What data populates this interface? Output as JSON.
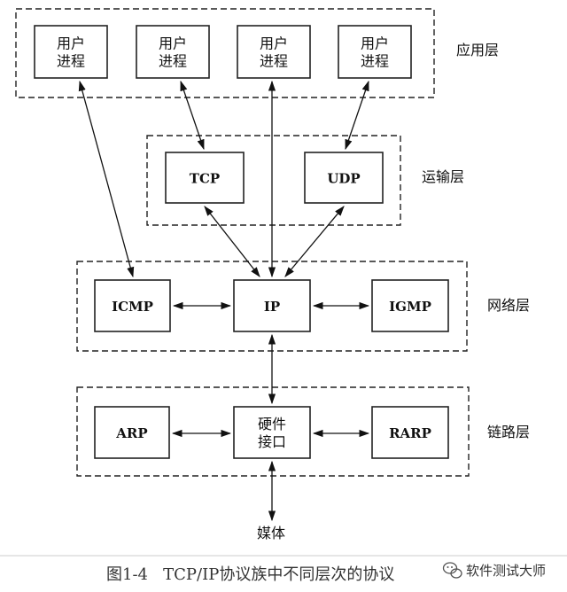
{
  "layers": [
    {
      "id": "app",
      "label": "应用层"
    },
    {
      "id": "transport",
      "label": "运输层"
    },
    {
      "id": "network",
      "label": "网络层"
    },
    {
      "id": "link",
      "label": "链路层"
    }
  ],
  "nodes": {
    "up1": {
      "lines": [
        "用户",
        "进程"
      ],
      "style": "zh"
    },
    "up2": {
      "lines": [
        "用户",
        "进程"
      ],
      "style": "zh"
    },
    "up3": {
      "lines": [
        "用户",
        "进程"
      ],
      "style": "zh"
    },
    "up4": {
      "lines": [
        "用户",
        "进程"
      ],
      "style": "zh"
    },
    "tcp": {
      "lines": [
        "TCP"
      ],
      "style": "en"
    },
    "udp": {
      "lines": [
        "UDP"
      ],
      "style": "en"
    },
    "icmp": {
      "lines": [
        "ICMP"
      ],
      "style": "en"
    },
    "ip": {
      "lines": [
        "IP"
      ],
      "style": "en"
    },
    "igmp": {
      "lines": [
        "IGMP"
      ],
      "style": "en"
    },
    "arp": {
      "lines": [
        "ARP"
      ],
      "style": "en"
    },
    "hw": {
      "lines": [
        "硬件",
        "接口"
      ],
      "style": "zh"
    },
    "rarp": {
      "lines": [
        "RARP"
      ],
      "style": "en"
    }
  },
  "edges": [
    [
      "up1",
      "icmp"
    ],
    [
      "up2",
      "tcp"
    ],
    [
      "up3",
      "ip"
    ],
    [
      "up4",
      "udp"
    ],
    [
      "tcp",
      "ip"
    ],
    [
      "udp",
      "ip"
    ],
    [
      "icmp",
      "ip"
    ],
    [
      "ip",
      "igmp"
    ],
    [
      "ip",
      "hw"
    ],
    [
      "arp",
      "hw"
    ],
    [
      "hw",
      "rarp"
    ],
    [
      "hw",
      "media"
    ]
  ],
  "media_label": "媒体",
  "caption": "图1-4   TCP/IP协议族中不同层次的协议",
  "watermark": "软件测试大师",
  "watermark_icon": "wechat-icon"
}
